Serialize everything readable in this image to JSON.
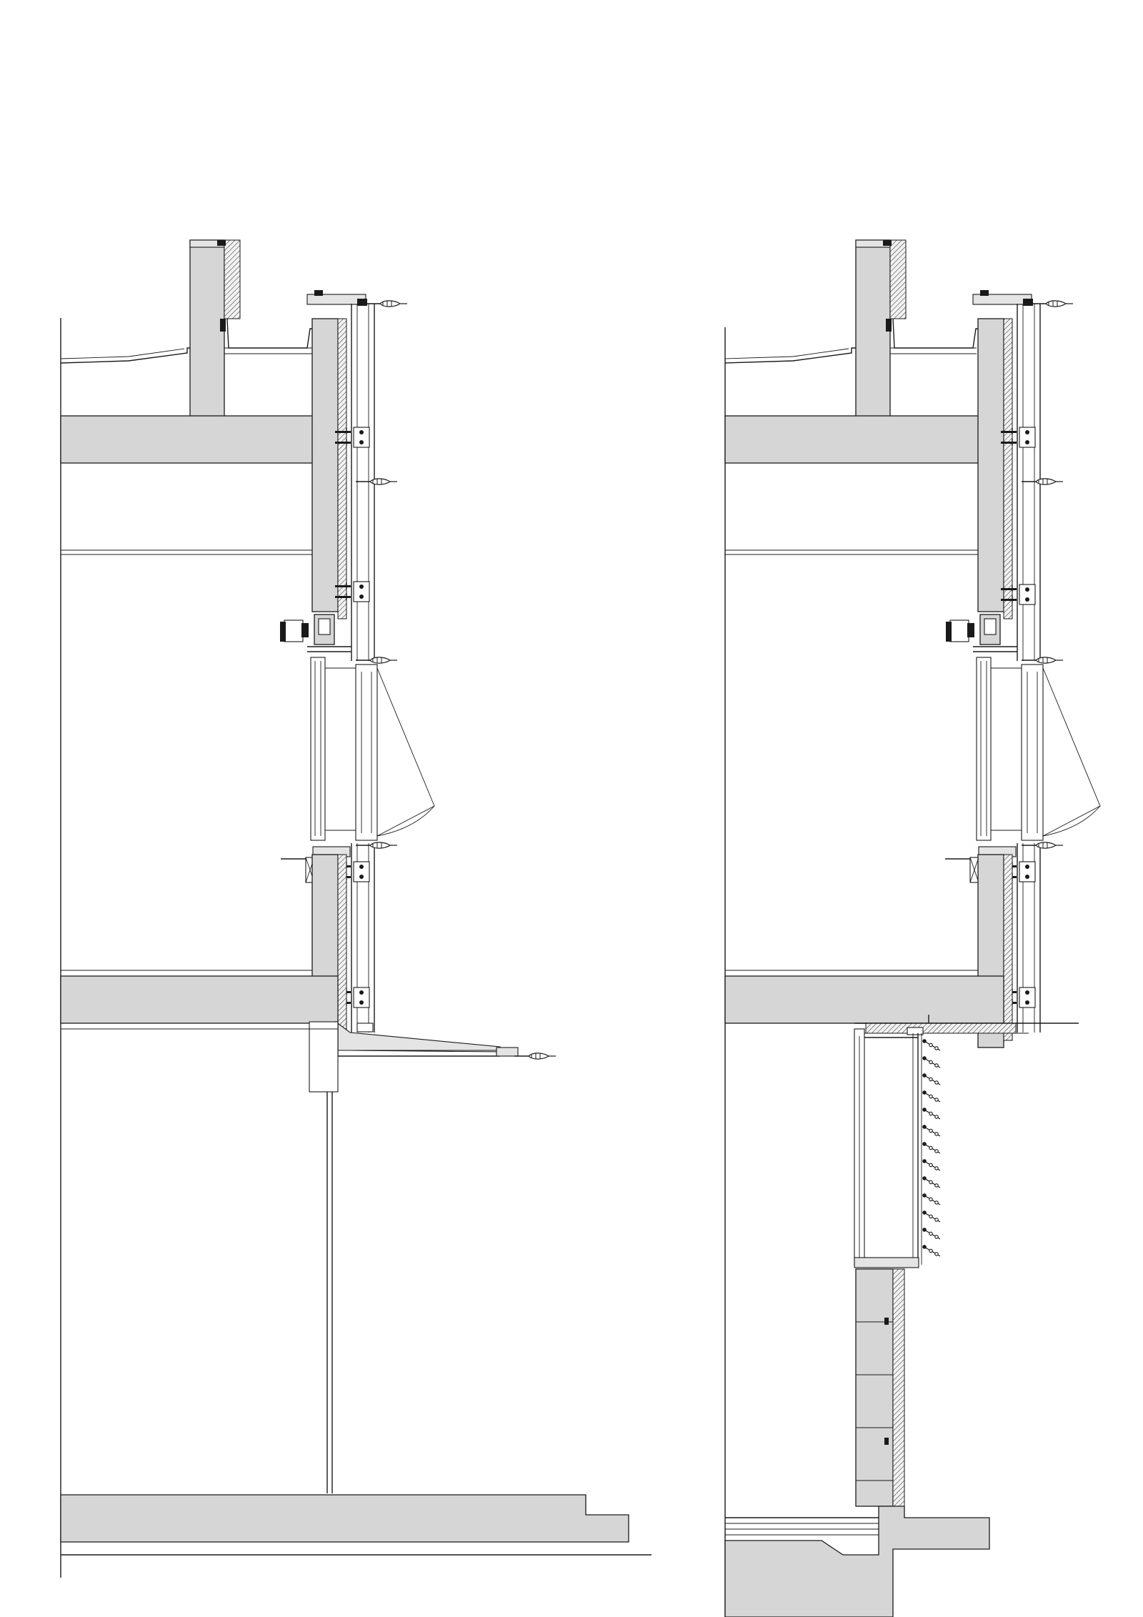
{
  "drawing": {
    "sections": [
      {
        "id": "left",
        "variant": "projecting-canopy"
      },
      {
        "id": "right",
        "variant": "ground-floor-glazing-with-louvres"
      }
    ],
    "colors": {
      "line": "#1a1a1a",
      "cut_fill": "#d6d6d6",
      "background": "#ffffff"
    }
  }
}
